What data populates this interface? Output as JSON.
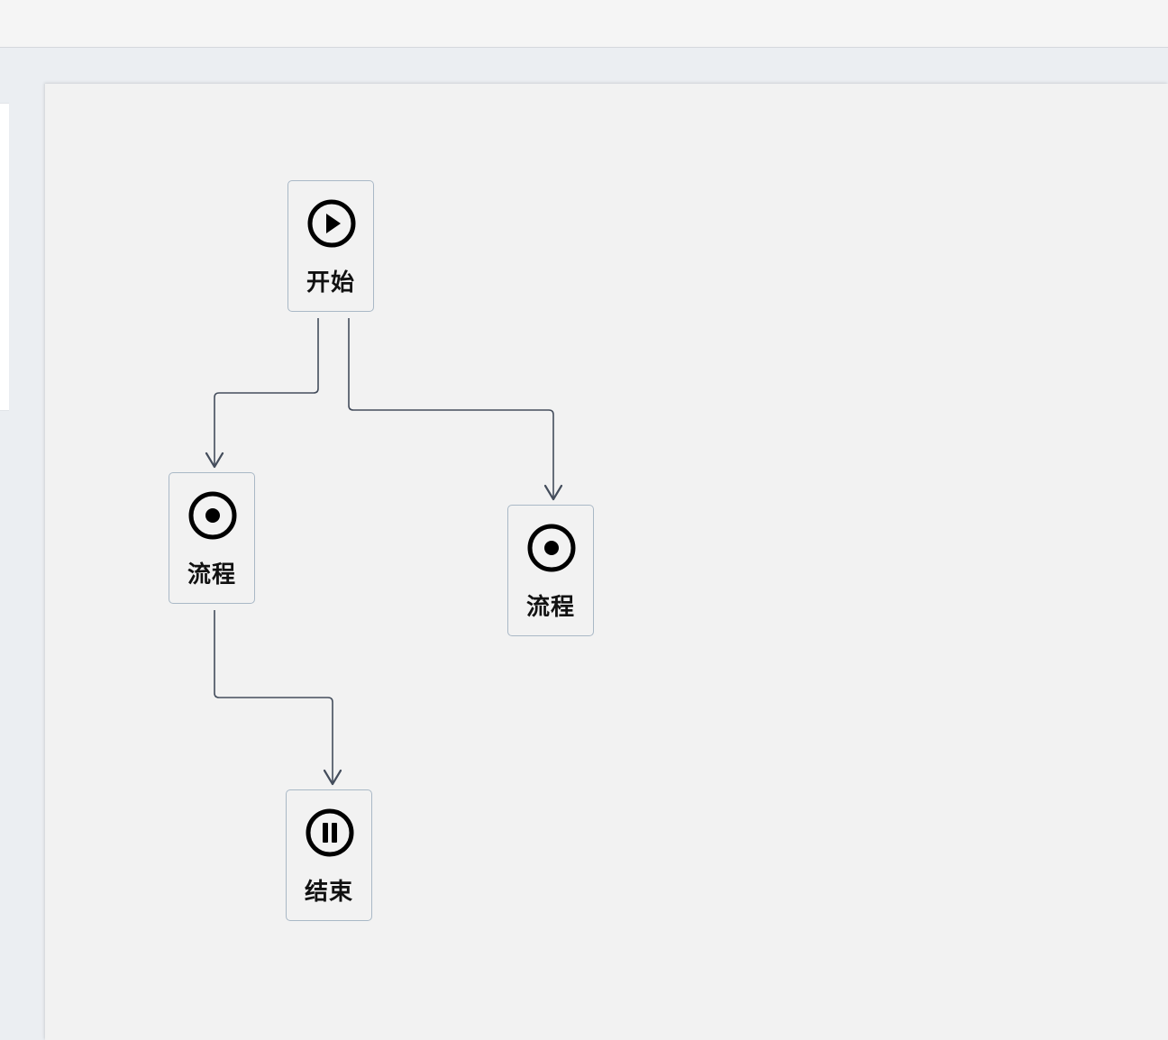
{
  "flow": {
    "nodes": [
      {
        "id": "start",
        "label": "开始",
        "icon": "play-circle-icon"
      },
      {
        "id": "process-1",
        "label": "流程",
        "icon": "record-circle-icon"
      },
      {
        "id": "process-2",
        "label": "流程",
        "icon": "record-circle-icon"
      },
      {
        "id": "end",
        "label": "结束",
        "icon": "pause-circle-icon"
      }
    ],
    "edges": [
      {
        "from": "start",
        "to": "process-1"
      },
      {
        "from": "start",
        "to": "process-2"
      },
      {
        "from": "process-1",
        "to": "end"
      }
    ]
  },
  "colors": {
    "edge": "#444d5c",
    "node_border": "#a9b8c6",
    "canvas": "#f2f2f2",
    "background": "#ebeef2"
  }
}
